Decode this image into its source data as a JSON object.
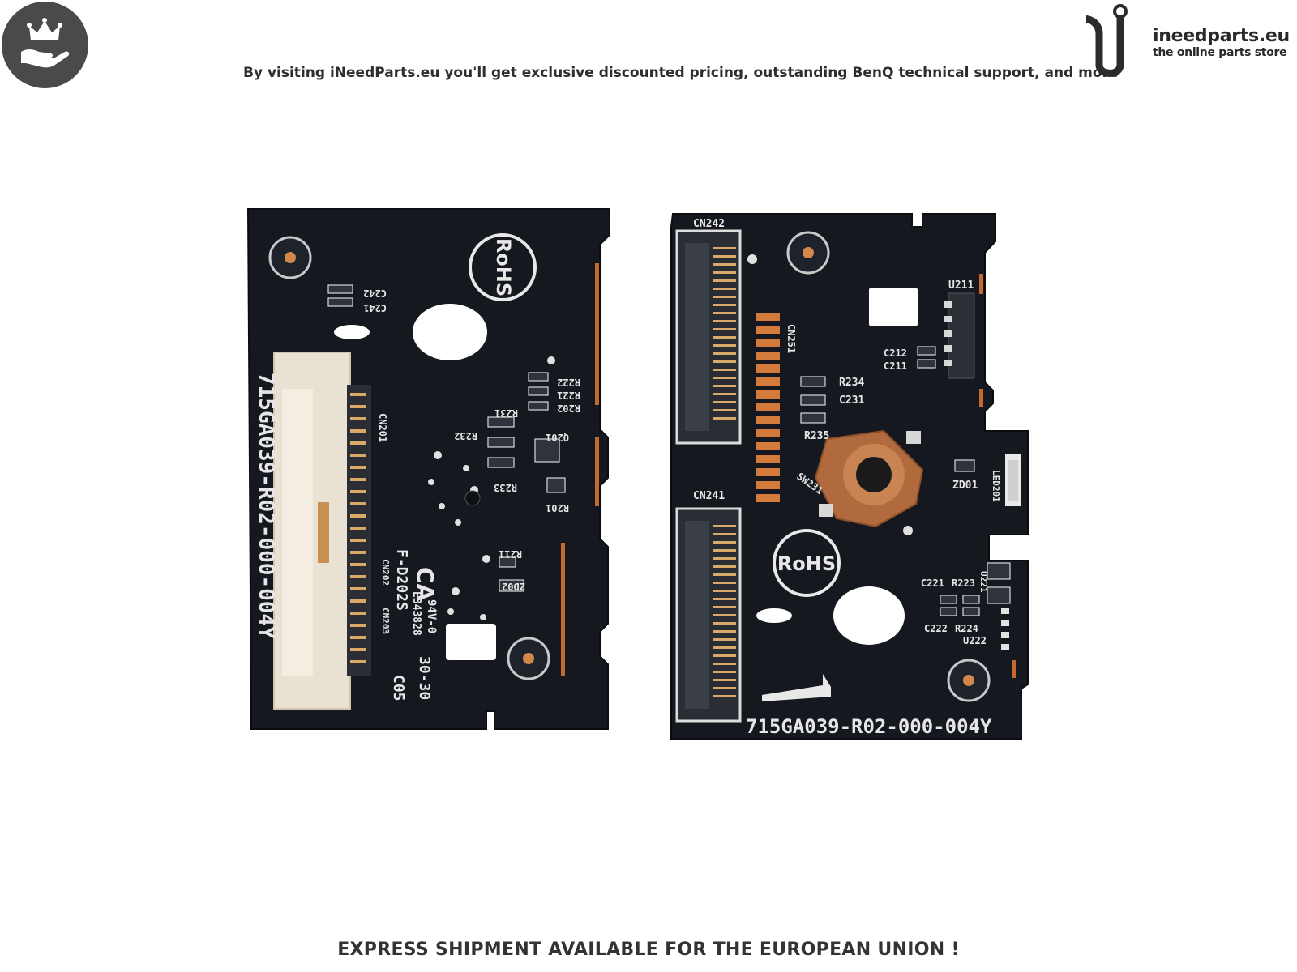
{
  "header": {
    "tagline": "By visiting iNeedParts.eu you'll get exclusive discounted pricing, outstanding BenQ technical support, and more",
    "badge_icon": "crown-hand-icon",
    "logo": {
      "name": "ineedparts.eu",
      "subtitle": "the online parts store"
    }
  },
  "product_photo": {
    "left_board": {
      "part_number": "715GA039-R02-000-004Y",
      "rohs_mark": "RoHS",
      "labels": [
        "C242",
        "C241",
        "CN201",
        "R222",
        "R221",
        "R202",
        "R231",
        "R232",
        "R233",
        "Q201",
        "R201",
        "R211",
        "ZD02",
        "CN202",
        "CN203",
        "94V-0",
        "E343828",
        "F-D202S",
        "30-30",
        "C05"
      ]
    },
    "right_board": {
      "part_number": "715GA039-R02-000-004Y",
      "rohs_mark": "RoHS",
      "labels": [
        "CN242",
        "CN251",
        "U211",
        "C212",
        "C211",
        "R234",
        "C231",
        "R235",
        "SW231",
        "ZD01",
        "LED201",
        "CN241",
        "C221",
        "R223",
        "U221",
        "C222",
        "R224",
        "U222"
      ]
    }
  },
  "footer": {
    "notice": "EXPRESS SHIPMENT AVAILABLE FOR THE EUROPEAN UNION !"
  }
}
